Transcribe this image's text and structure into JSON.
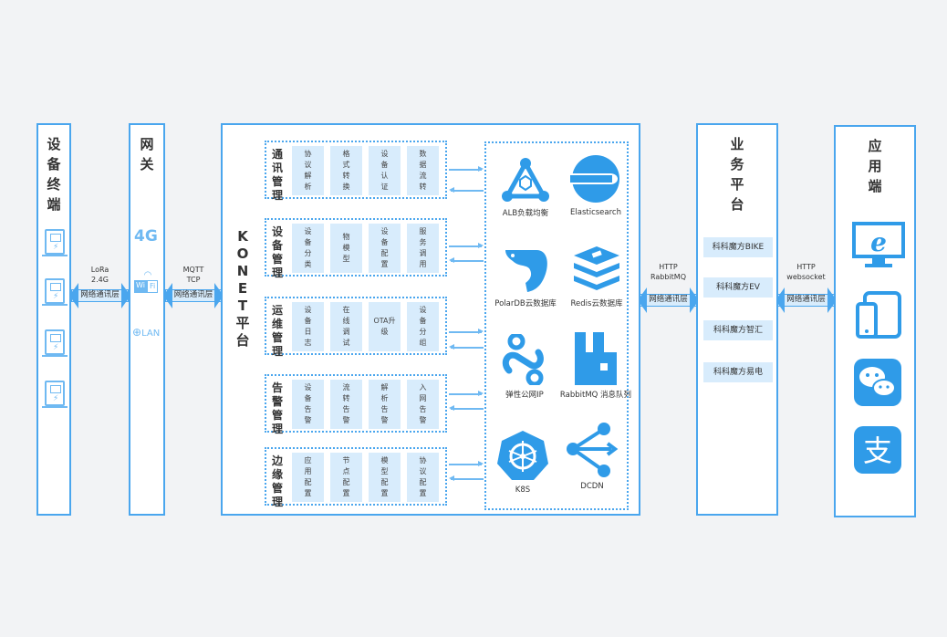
{
  "columns": {
    "device": {
      "title": [
        "设",
        "备",
        "终",
        "端"
      ]
    },
    "gateway": {
      "title": [
        "网",
        "关"
      ],
      "icons": [
        "4G",
        "Wi",
        "Fi",
        "LAN"
      ]
    },
    "konet": {
      "title": [
        "K",
        "O",
        "N",
        "E",
        "T",
        "平",
        "台"
      ]
    },
    "business": {
      "title": [
        "业",
        "务",
        "平",
        "台"
      ]
    },
    "app": {
      "title": [
        "应",
        "用",
        "端"
      ]
    }
  },
  "links": {
    "l1": {
      "top": "LoRa",
      "mid": "2.4G",
      "band": "网络通讯层"
    },
    "l2": {
      "top": "MQTT",
      "mid": "TCP",
      "band": "网络通讯层"
    },
    "l3": {
      "top": "HTTP",
      "mid": "RabbitMQ",
      "band": "网络通讯层"
    },
    "l4": {
      "top": "HTTP",
      "mid": "websocket",
      "band": "网络通讯层"
    }
  },
  "modules": [
    {
      "title": [
        "通",
        "讯",
        "管",
        "理"
      ],
      "cells": [
        "协议解析",
        "格式转换",
        "设备认证",
        "数据流转"
      ]
    },
    {
      "title": [
        "设",
        "备",
        "管",
        "理"
      ],
      "cells": [
        "设备分类",
        "物模型",
        "设备配置",
        "服务调用"
      ]
    },
    {
      "title": [
        "运",
        "维",
        "管",
        "理"
      ],
      "cells": [
        "设备日志",
        "在线调试",
        "OTA升级",
        "设备分组"
      ]
    },
    {
      "title": [
        "告",
        "警",
        "管",
        "理"
      ],
      "cells": [
        "设备告警",
        "流转告警",
        "解析告警",
        "入网告警"
      ]
    },
    {
      "title": [
        "边",
        "缘",
        "管",
        "理"
      ],
      "cells": [
        "应用配置",
        "节点配置",
        "模型配置",
        "协议配置"
      ]
    }
  ],
  "services": [
    "ALB负载均衡",
    "Elasticsearch",
    "PolarDB云数据库",
    "Redis云数据库",
    "弹性公网IP",
    "RabbitMQ 消息队列",
    "K8S",
    "DCDN"
  ],
  "business_items": [
    "科科魔方BIKE",
    "科科魔方EV",
    "科科魔方智汇",
    "科科魔方易电"
  ],
  "colors": {
    "accent": "#4aa6ee",
    "light": "#d8ecfc",
    "icon": "#2f9be8"
  }
}
